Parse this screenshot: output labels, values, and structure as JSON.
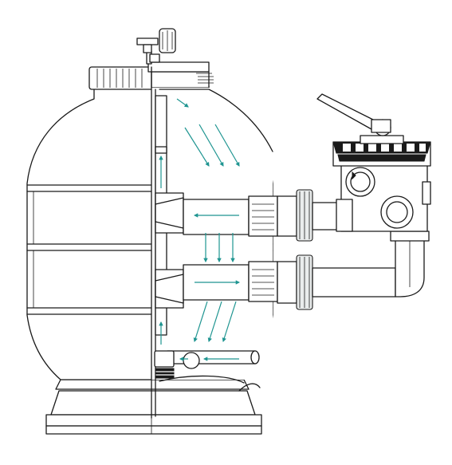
{
  "diagram": {
    "accent_color": "#1f9591",
    "line_color": "#1a1a1a",
    "components": [
      "filter-tank",
      "cutaway-section",
      "tank-lid",
      "pressure-gauge",
      "multiport-valve",
      "valve-handle",
      "upper-pipe-connection",
      "lower-pipe-connection",
      "elbow-pipe",
      "inlet-diffuser",
      "lower-lateral",
      "drain-plug",
      "base-stand"
    ],
    "flow_direction_icons": [
      "arrow-down-right-icon",
      "arrow-left-icon",
      "arrow-down-icon",
      "arrow-right-icon",
      "arrow-up-icon"
    ]
  }
}
